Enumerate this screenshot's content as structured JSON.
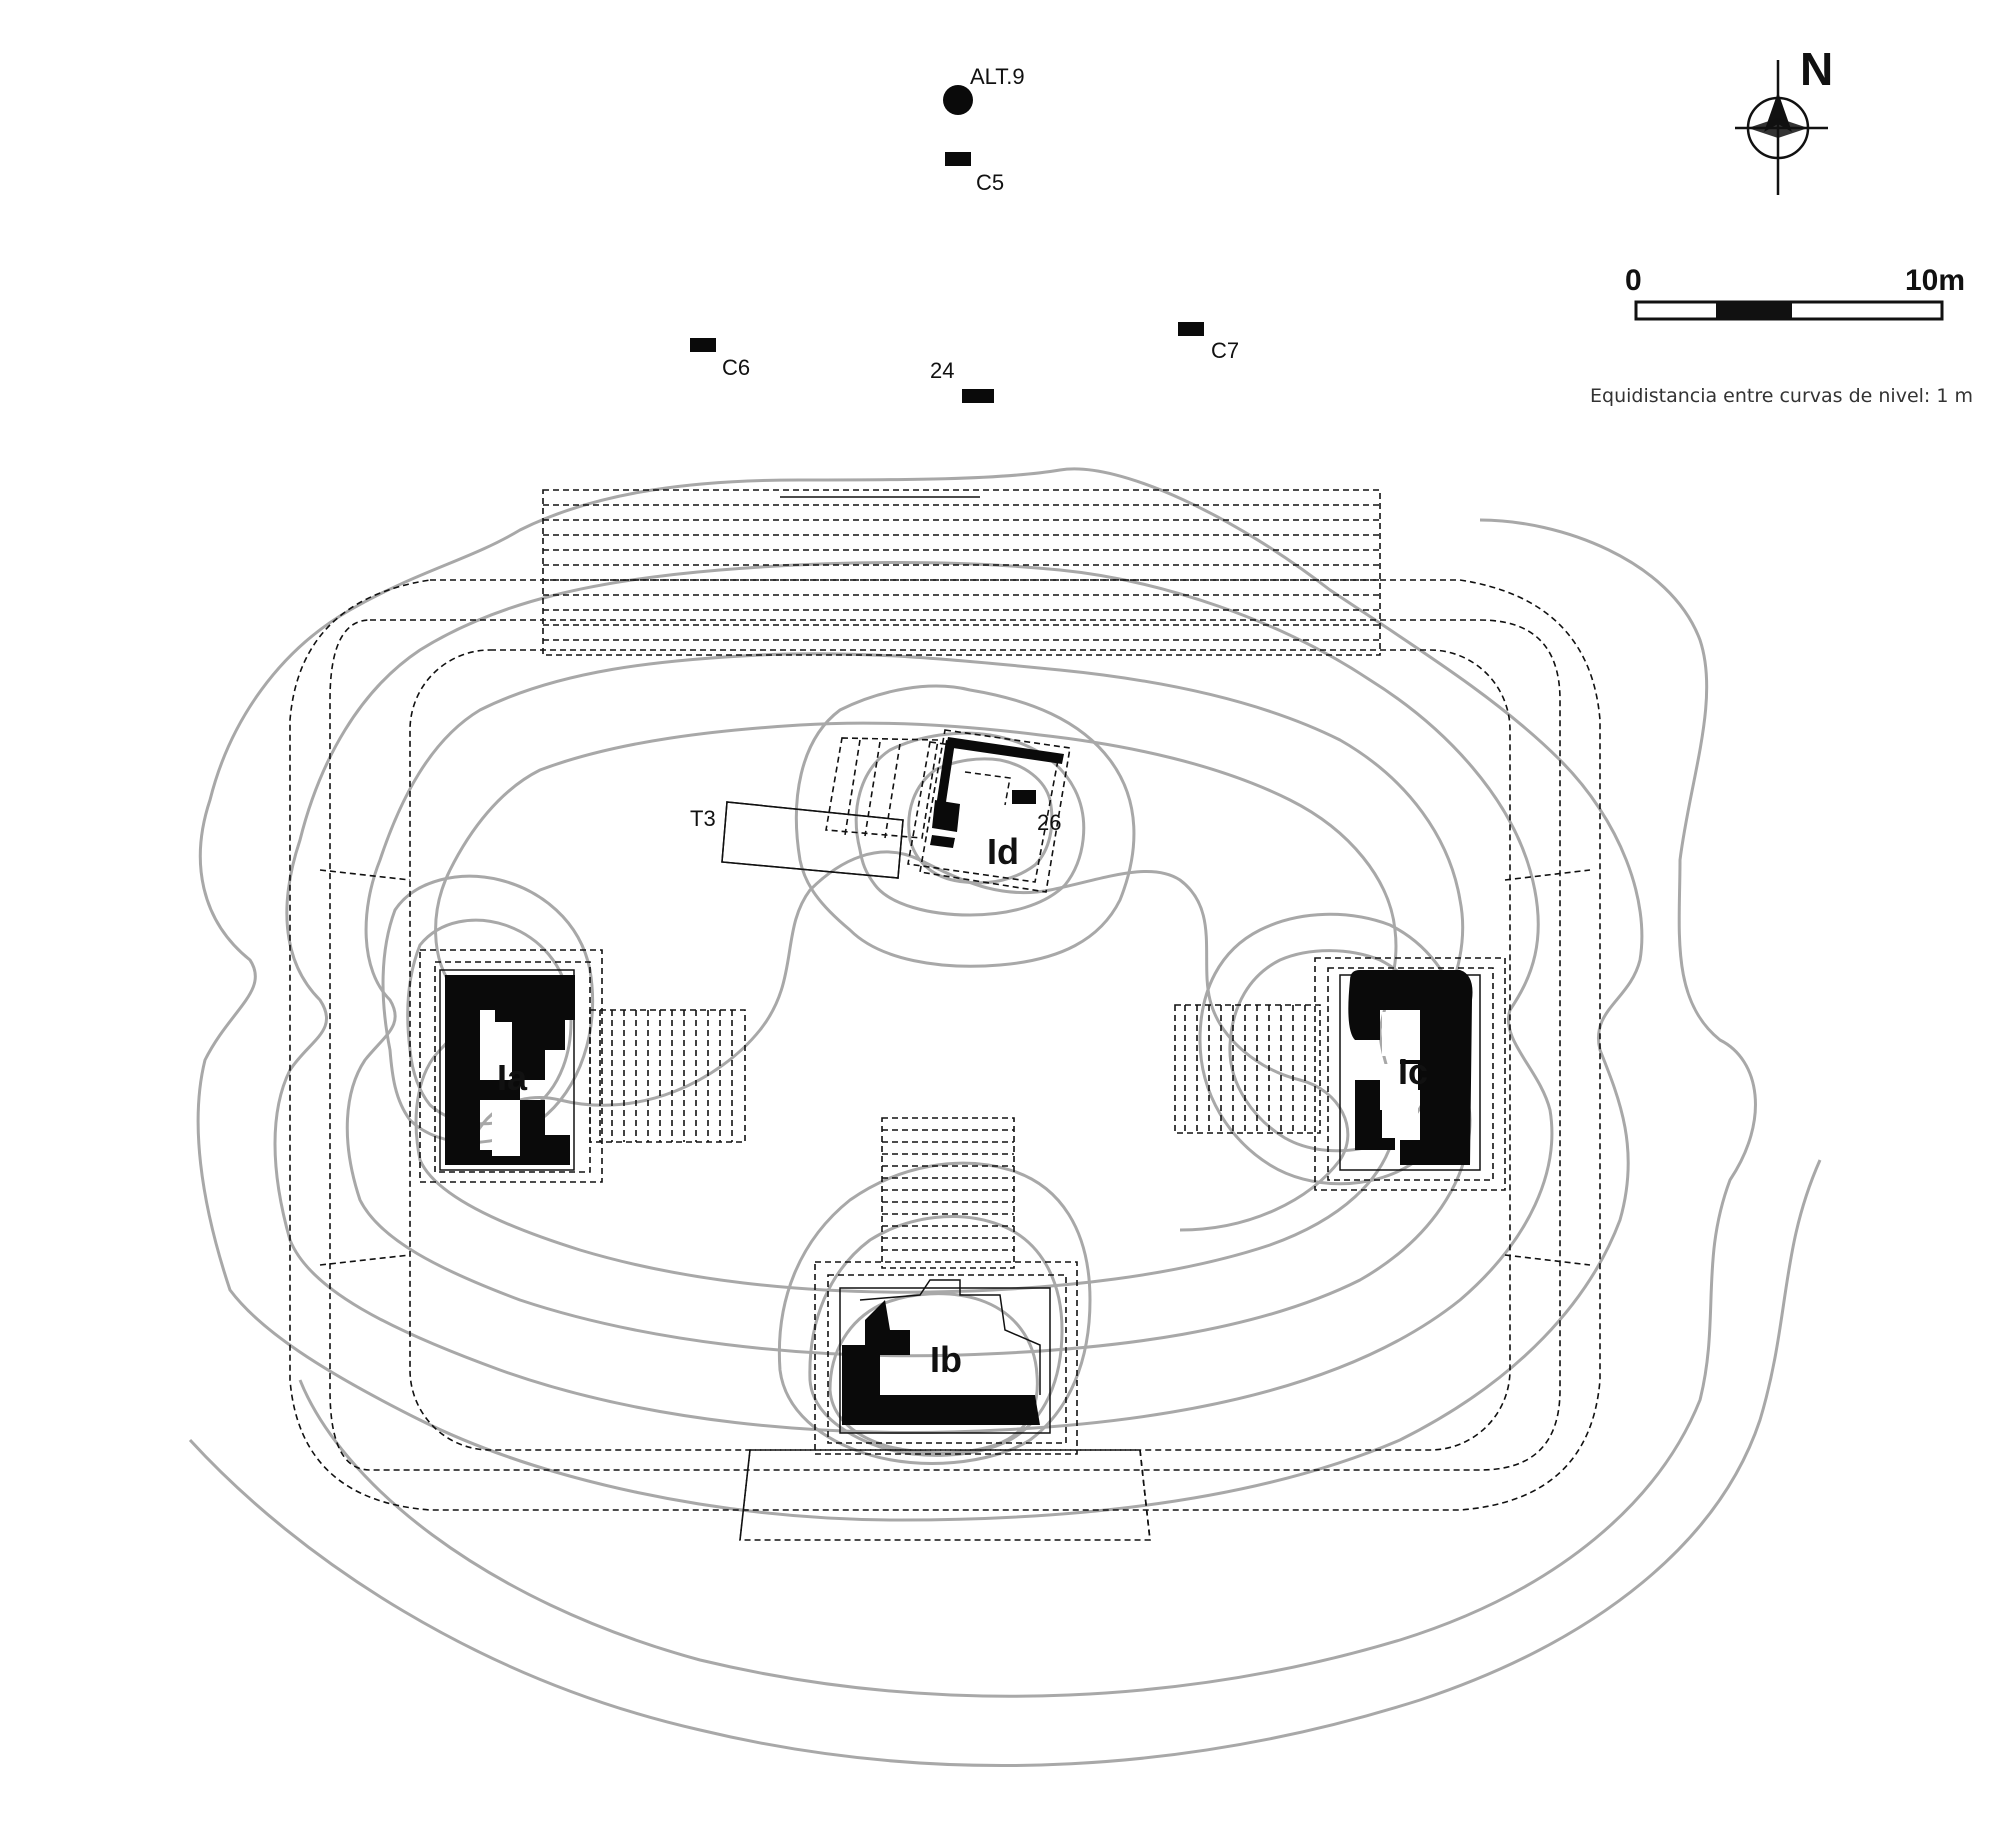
{
  "map": {
    "features": {
      "alt9": "ALT.9",
      "c5": "C5",
      "c6": "C6",
      "c7": "C7",
      "n24": "24",
      "n26": "26",
      "t3": "T3"
    },
    "structures": {
      "ia": "Ia",
      "ib": "Ib",
      "ic": "Ic",
      "id": "Id"
    },
    "north_label": "N",
    "scale": {
      "start": "0",
      "end": "10m"
    },
    "contour_note": "Equidistancia entre curvas de nivel: 1 m",
    "colors": {
      "contour": "#a8a8a8",
      "ink": "#0a0a0a",
      "background": "#ffffff"
    }
  }
}
